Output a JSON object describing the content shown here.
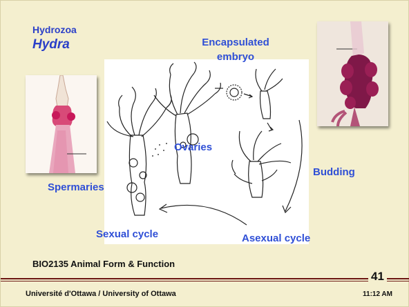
{
  "slide": {
    "heading_line1": "Hydrozoa",
    "heading_line2": "Hydra",
    "labels": {
      "encapsulated_line1": "Encapsulated",
      "encapsulated_line2": "embryo",
      "ovaries": "Ovaries",
      "budding": "Budding",
      "spermaries": "Spermaries",
      "sexual_cycle": "Sexual cycle",
      "asexual_cycle": "Asexual cycle"
    },
    "footer_course": "BIO2135 Animal Form & Function",
    "footer_university": "Université d'Ottawa / University of Ottawa",
    "slide_number": "41",
    "time": "11:12 AM"
  },
  "colors": {
    "background": "#f4efcf",
    "label_blue": "#2f4fd6",
    "rule": "#6b1410"
  }
}
